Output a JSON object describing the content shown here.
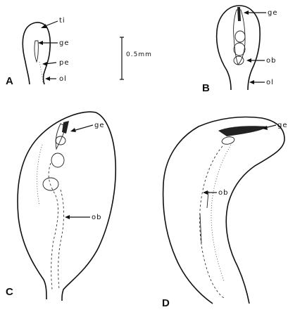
{
  "panels": [
    {
      "id": "A",
      "label": "A",
      "annotations": [
        "ti",
        "ge",
        "pe",
        "ol"
      ]
    },
    {
      "id": "B",
      "label": "B",
      "annotations": [
        "ge",
        "ob",
        "ol"
      ]
    },
    {
      "id": "C",
      "label": "C",
      "annotations": [
        "ge",
        "ob"
      ]
    },
    {
      "id": "D",
      "label": "D",
      "annotations": [
        "ge",
        "ob"
      ]
    }
  ],
  "scale_bar": {
    "label": "0.5mm"
  }
}
